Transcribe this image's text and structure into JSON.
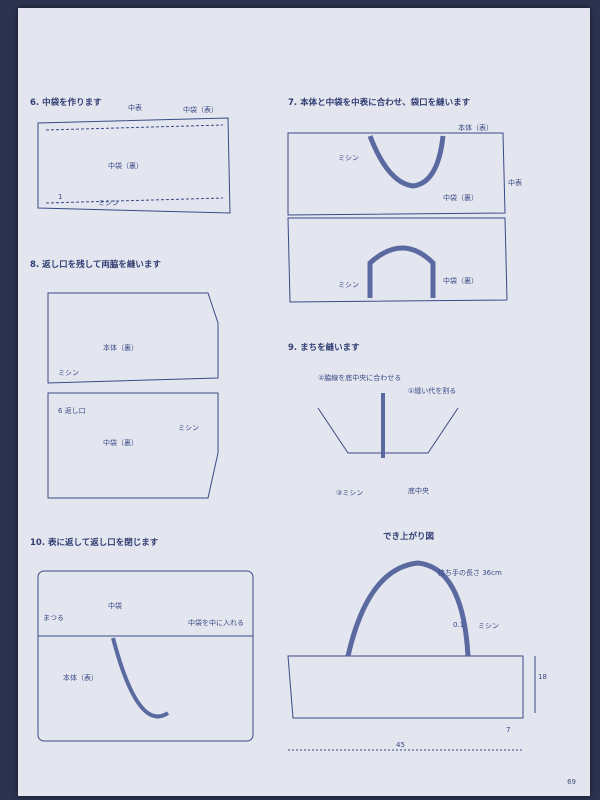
{
  "steps": {
    "s6": "6. 中袋を作ります",
    "s7": "7. 本体と中袋を中表に合わせ、袋口を縫います",
    "s8": "8. 返し口を残して両脇を縫います",
    "s9": "9. まちを縫います",
    "s10": "10. 表に返して返し口を閉じます",
    "finish": "でき上がり図"
  },
  "labels": {
    "nakaomote": "中表",
    "nakabukuro_omote": "中袋（表）",
    "nakabukuro_ura": "中袋（裏）",
    "nakabukuro": "中袋",
    "hontai_ura": "本体（裏）",
    "hontai_omote": "本体（表）",
    "mishin": "ミシン",
    "one": "1",
    "kaeshiguchi": "6 返し口",
    "seam_center": "②脇線を底中央に合わせる",
    "cut_seam": "①縫い代を割る",
    "mishin3": "③ミシン",
    "soko_chuo": "底中央",
    "matsuru": "まつる",
    "insert_lining": "中袋を中に入れる",
    "handle_len": "持ち手の長さ 36cm",
    "dim_01": "0.1",
    "dim_18": "18",
    "dim_7": "7",
    "dim_45": "45"
  },
  "footer": "69"
}
